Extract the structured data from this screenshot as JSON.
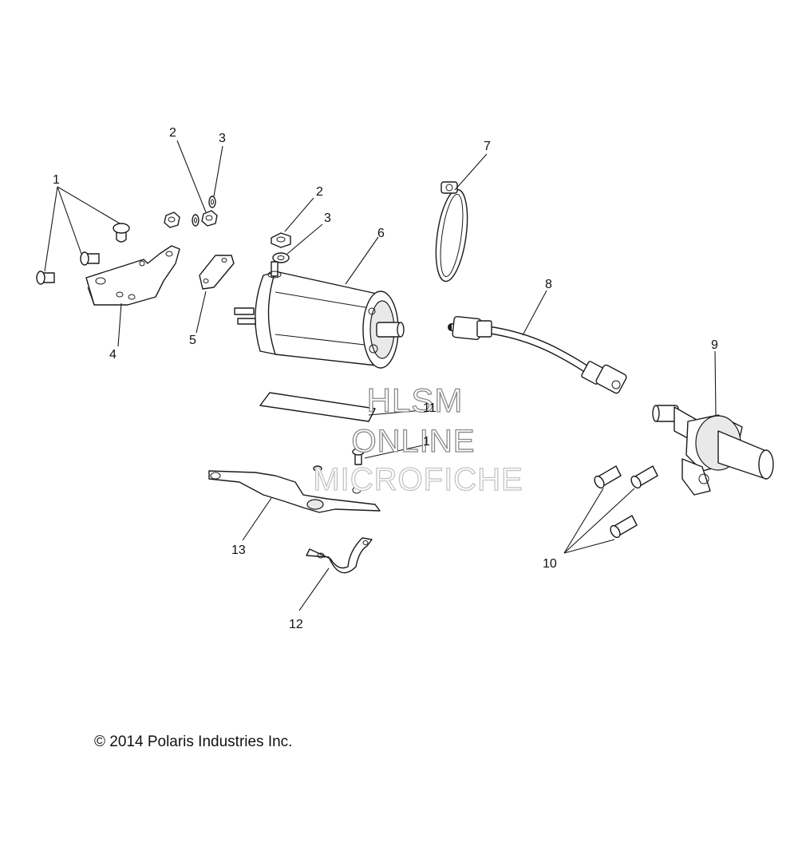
{
  "callouts": {
    "c1a": "1",
    "c2a": "2",
    "c3a": "3",
    "c2b": "2",
    "c3b": "3",
    "c4": "4",
    "c5": "5",
    "c6": "6",
    "c7": "7",
    "c8": "8",
    "c9": "9",
    "c10": "10",
    "c11": "11",
    "c1b": "1",
    "c12": "12",
    "c13": "13"
  },
  "watermark": {
    "line1": "HLSM",
    "line2": "ONLINE",
    "line3": "MICROFICHE"
  },
  "copyright": "© 2014 Polaris Industries Inc."
}
